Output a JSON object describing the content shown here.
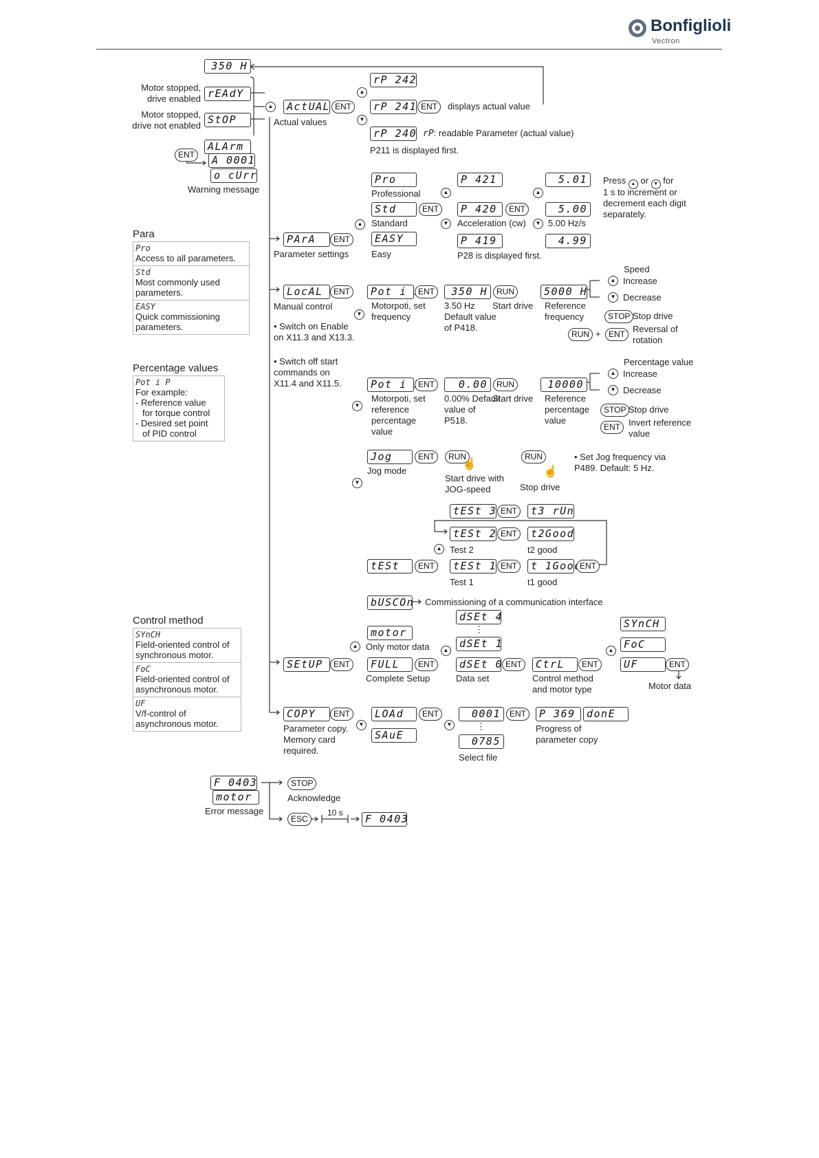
{
  "header": {
    "brand": "Bonfiglioli",
    "sub": "Vectron"
  },
  "top": {
    "lcd_350h": "350 H",
    "ready_lcd": "rEAdY",
    "ready_label": "Motor stopped, drive enabled",
    "stop_lcd": "StOP",
    "stop_label": "Motor stopped, drive not enabled",
    "alarm_lcd": "ALArm",
    "a0001_lcd": "A 0001",
    "ocurr_lcd": "o cUrr",
    "ent": "ENT",
    "warning": "Warning message"
  },
  "actual": {
    "lcd": "ActUAL",
    "label": "Actual values",
    "ent": "ENT",
    "rp242": "rP 242",
    "rp241": "rP 241",
    "rp240": "rP 240",
    "ent2": "ENT",
    "displays": "displays actual value",
    "rp_prefix": "rP",
    "rp_desc": ": readable Parameter (actual value)",
    "p211": "P211 is displayed first."
  },
  "para": {
    "lcd": "PArA",
    "label": "Parameter settings",
    "ent": "ENT",
    "pro_lcd": "Pro",
    "pro_label": "Professional",
    "std_lcd": "Std",
    "std_label": "Standard",
    "easy_lcd": "EASY",
    "easy_label": "Easy",
    "ent2": "ENT",
    "p421": "P 421",
    "p420": "P 420",
    "p419": "P 419",
    "accel": "Acceleration (cw)",
    "p28": "P28 is displayed first.",
    "ent3": "ENT",
    "v501": "5.01",
    "v500": "5.00",
    "v499": "4.99",
    "hz": "5.00 Hz/s",
    "press": "Press",
    "or": "or",
    "for": "for",
    "press_rest": "1 s to increment or decrement each digit separately."
  },
  "para_box": {
    "title": "Para",
    "items": [
      {
        "code": "Pro",
        "desc": "Access to all parameters."
      },
      {
        "code": "Std",
        "desc": "Most commonly used parameters."
      },
      {
        "code": "EASY",
        "desc": "Quick commissioning parameters."
      }
    ]
  },
  "local": {
    "lcd": "LocAL",
    "label": "Manual control",
    "ent": "ENT",
    "poti_f_lcd": "Pot i F",
    "poti_f_label": "Motorpoti, set frequency",
    "ent2": "ENT",
    "f350_lcd": "350 H",
    "f350_label": "3.50 Hz Default value of P418.",
    "run": "RUN",
    "start": "Start drive",
    "f5000_lcd": "5000 H",
    "ref_freq": "Reference frequency",
    "speed": "Speed",
    "increase": "Increase",
    "decrease": "Decrease",
    "stop": "STOP",
    "stop_drive": "Stop drive",
    "run2": "RUN",
    "plus": "+",
    "ent3": "ENT",
    "reversal": "Reversal of rotation",
    "note1": "Switch on Enable on X11.3 and X13.3.",
    "note2": "Switch off start commands on X11.4 and X11.5."
  },
  "percent": {
    "poti_p_lcd": "Pot i P",
    "poti_p_label": "Motorpoti, set reference percentage value",
    "ent": "ENT",
    "p000_lcd": "0.00",
    "p000_label": "0.00% Default value of P518.",
    "run": "RUN",
    "start": "Start drive",
    "p10000_lcd": "10000",
    "ref_pct": "Reference percentage value",
    "pct_value": "Percentage value",
    "increase": "Increase",
    "decrease": "Decrease",
    "stop": "STOP",
    "stop_drive": "Stop drive",
    "ent2": "ENT",
    "invert": "Invert reference value"
  },
  "pct_box": {
    "title": "Percentage values",
    "code": "Pot i P",
    "desc": "For example:",
    "l1": "- Reference value",
    "l1b": "for torque control",
    "l2": "- Desired set point",
    "l2b": "of PID control"
  },
  "jog": {
    "lcd": "Jog",
    "label": "Jog mode",
    "ent": "ENT",
    "run": "RUN",
    "start": "Start drive with JOG-speed",
    "run2": "RUN",
    "stop_drive": "Stop drive",
    "note": "Set Jog frequency via P489. Default: 5 Hz."
  },
  "test": {
    "lcd": "tESt",
    "ent": "ENT",
    "t3": "tESt 3",
    "t3run": "t3 rUn",
    "t2": "tESt 2",
    "t2good": "t2Good",
    "t2_label": "Test 2",
    "t2good_label": "t2 good",
    "t1": "tESt 1",
    "t1good": "t 1Good",
    "t1_label": "Test 1",
    "t1good_label": "t1 good",
    "ent_any": "ENT"
  },
  "buscon": {
    "lcd": "bUSCOn",
    "label": "Commissioning of a communication interface"
  },
  "setup": {
    "lcd": "SEtUP",
    "ent": "ENT",
    "motor_lcd": "motor",
    "motor_label": "Only motor data",
    "full_lcd": "FULL",
    "full_label": "Complete Setup",
    "dset4": "dSEt 4",
    "dset1": "dSEt 1",
    "dset0": "dSEt 0",
    "dataset": "Data set",
    "dots": "⋮",
    "ctrl_lcd": "CtrL",
    "ctrl_label": "Control method and motor type",
    "synch": "SYnCH",
    "foc": "FoC",
    "uf": "UF",
    "motor_data": "Motor data"
  },
  "ctrl_box": {
    "title": "Control method",
    "items": [
      {
        "code": "SYnCH",
        "desc": "Field-oriented control of synchronous motor."
      },
      {
        "code": "FoC",
        "desc": "Field-oriented control of asynchronous motor."
      },
      {
        "code": "UF",
        "desc": "V/f-control of asynchronous motor."
      }
    ]
  },
  "copy": {
    "lcd": "COPY",
    "ent": "ENT",
    "label": "Parameter copy. Memory card required.",
    "load": "LOAd",
    "save": "SAuE",
    "f0001": "0001",
    "f0785": "0785",
    "select": "Select file",
    "p369": "P 369",
    "done": "donE",
    "progress": "Progress of parameter copy"
  },
  "error": {
    "f0403": "F 0403",
    "motor": "motor",
    "label": "Error message",
    "stop": "STOP",
    "ack": "Acknowledge",
    "esc": "ESC",
    "time": "10 s",
    "f0403b": "F 0403"
  }
}
